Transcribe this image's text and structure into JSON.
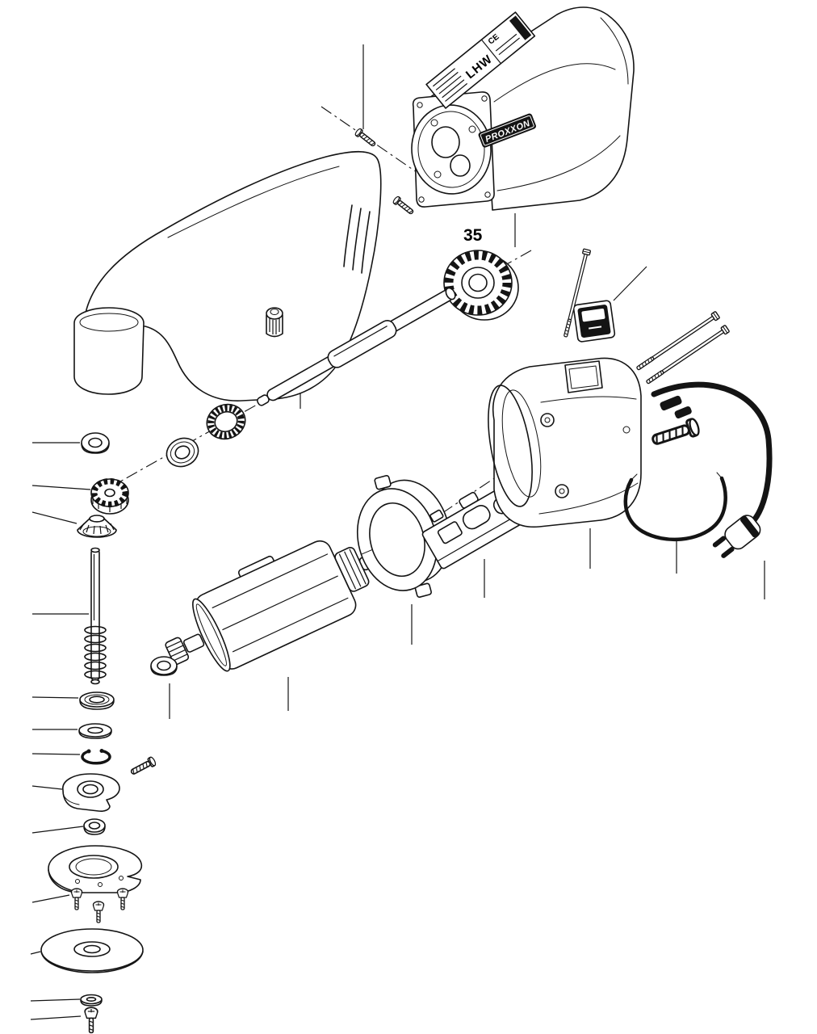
{
  "figure": {
    "callout_35": "35"
  },
  "nameplate": {
    "brand": "PROXXON",
    "model": "LHW",
    "ce_mark": "CE"
  },
  "colors": {
    "ink": "#141414",
    "background": "#ffffff",
    "cord_black": "#141414"
  }
}
